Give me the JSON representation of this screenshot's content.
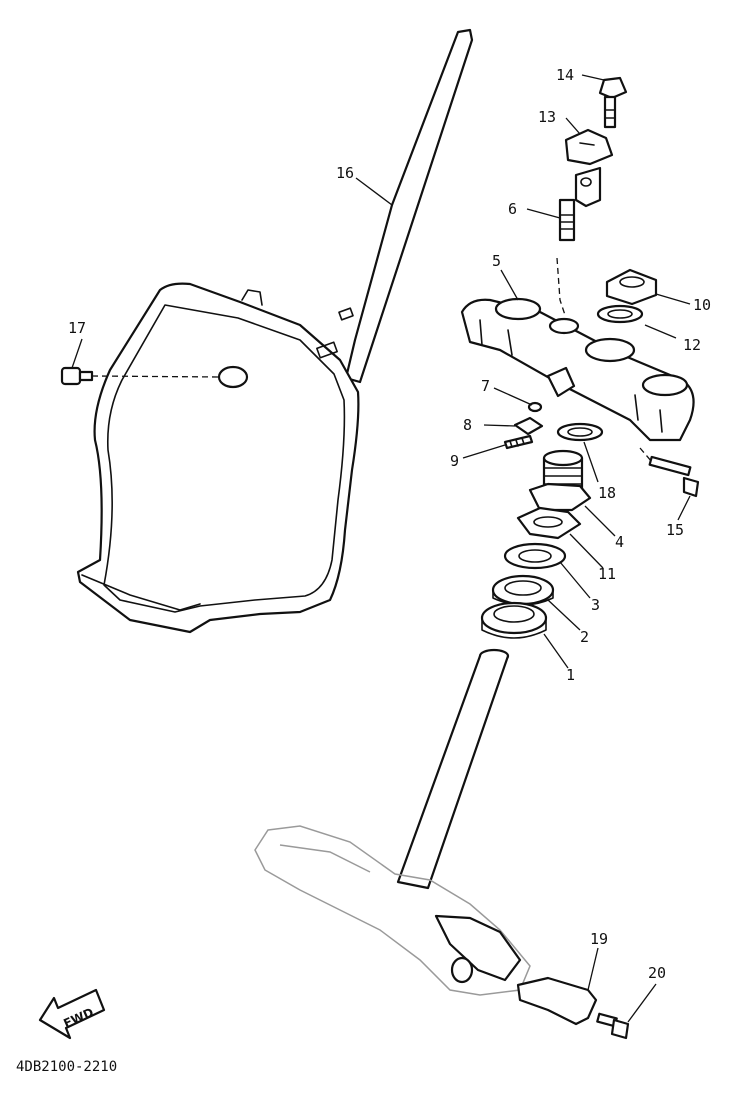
{
  "diagram_code": "4DB2100-2210",
  "fwd_label": "FWD",
  "callouts": {
    "c1": "1",
    "c2": "2",
    "c3": "3",
    "c4": "4",
    "c5": "5",
    "c6": "6",
    "c7": "7",
    "c8": "8",
    "c9": "9",
    "c10": "10",
    "c11": "11",
    "c12": "12",
    "c13": "13",
    "c14": "14",
    "c15": "15",
    "c16": "16",
    "c17": "17",
    "c18": "18",
    "c19": "19",
    "c20": "20"
  }
}
